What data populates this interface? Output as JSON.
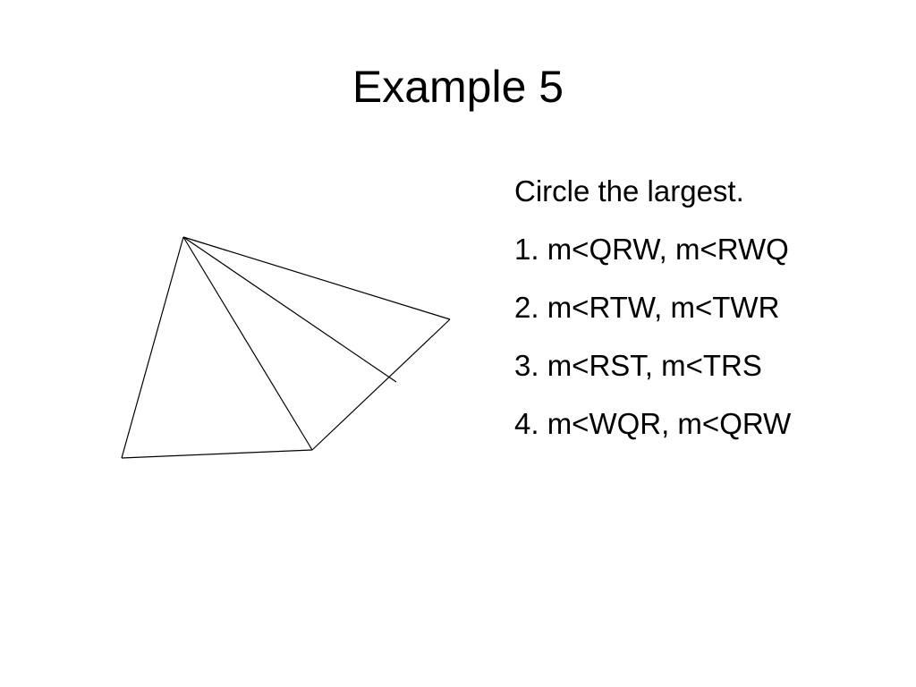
{
  "slide": {
    "title": "Example 5",
    "instruction": "Circle the largest.",
    "items": [
      "1. m<QRW, m<RWQ",
      "2. m<RTW, m<TWR",
      "3. m<RST, m<TRS",
      "4. m<WQR, m<QRW"
    ]
  },
  "colors": {
    "background": "#ffffff",
    "text": "#000000",
    "lines": "#000000"
  }
}
